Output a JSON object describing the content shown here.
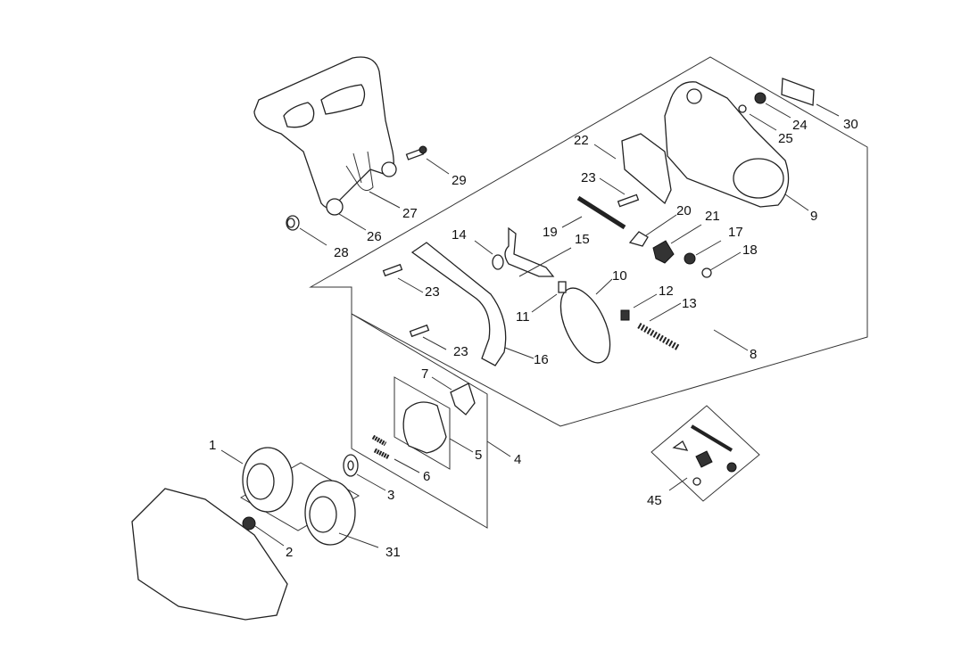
{
  "diagram": {
    "type": "exploded-parts-diagram",
    "parts": [
      {
        "id": "p1",
        "label": "1"
      },
      {
        "id": "p2",
        "label": "2"
      },
      {
        "id": "p3",
        "label": "3"
      },
      {
        "id": "p4",
        "label": "4"
      },
      {
        "id": "p5",
        "label": "5"
      },
      {
        "id": "p6",
        "label": "6"
      },
      {
        "id": "p7",
        "label": "7"
      },
      {
        "id": "p8",
        "label": "8"
      },
      {
        "id": "p9",
        "label": "9"
      },
      {
        "id": "p10",
        "label": "10"
      },
      {
        "id": "p11",
        "label": "11"
      },
      {
        "id": "p12",
        "label": "12"
      },
      {
        "id": "p13",
        "label": "13"
      },
      {
        "id": "p14",
        "label": "14"
      },
      {
        "id": "p15",
        "label": "15"
      },
      {
        "id": "p16",
        "label": "16"
      },
      {
        "id": "p17",
        "label": "17"
      },
      {
        "id": "p18",
        "label": "18"
      },
      {
        "id": "p19",
        "label": "19"
      },
      {
        "id": "p20",
        "label": "20"
      },
      {
        "id": "p21",
        "label": "21"
      },
      {
        "id": "p22",
        "label": "22"
      },
      {
        "id": "p23a",
        "label": "23"
      },
      {
        "id": "p23b",
        "label": "23"
      },
      {
        "id": "p23c",
        "label": "23"
      },
      {
        "id": "p24",
        "label": "24"
      },
      {
        "id": "p25",
        "label": "25"
      },
      {
        "id": "p26",
        "label": "26"
      },
      {
        "id": "p27",
        "label": "27"
      },
      {
        "id": "p28",
        "label": "28"
      },
      {
        "id": "p29",
        "label": "29"
      },
      {
        "id": "p30",
        "label": "30"
      },
      {
        "id": "p31",
        "label": "31"
      },
      {
        "id": "p45",
        "label": "45"
      }
    ]
  }
}
